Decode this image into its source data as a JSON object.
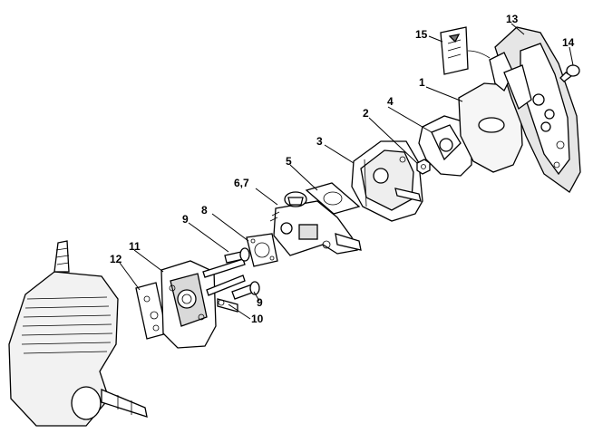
{
  "diagram": {
    "callouts": [
      {
        "id": "c1",
        "text": "1"
      },
      {
        "id": "c2",
        "text": "2"
      },
      {
        "id": "c3",
        "text": "3"
      },
      {
        "id": "c4",
        "text": "4"
      },
      {
        "id": "c5",
        "text": "5"
      },
      {
        "id": "c67",
        "text": "6,7"
      },
      {
        "id": "c8",
        "text": "8"
      },
      {
        "id": "c9a",
        "text": "9"
      },
      {
        "id": "c9b",
        "text": "9"
      },
      {
        "id": "c10",
        "text": "10"
      },
      {
        "id": "c11",
        "text": "11"
      },
      {
        "id": "c12",
        "text": "12"
      },
      {
        "id": "c13",
        "text": "13"
      },
      {
        "id": "c14",
        "text": "14"
      },
      {
        "id": "c15",
        "text": "15"
      }
    ],
    "colors": {
      "line": "#000000",
      "part_fill": "#ffffff",
      "shade": "#e6e6e6",
      "dark": "#555555"
    }
  }
}
